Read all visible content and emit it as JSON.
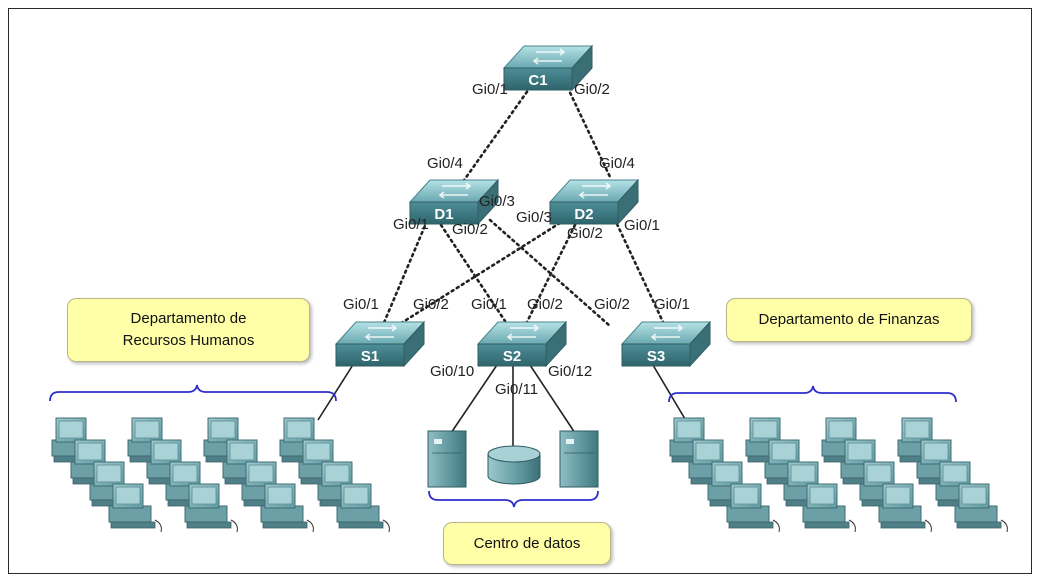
{
  "devices": {
    "core": "C1",
    "distribution": [
      "D1",
      "D2"
    ],
    "access": [
      "S1",
      "S2",
      "S3"
    ]
  },
  "ports": {
    "c1_left": "Gi0/1",
    "c1_right": "Gi0/2",
    "d1_top": "Gi0/4",
    "d2_top": "Gi0/4",
    "d1_gi03": "Gi0/3",
    "d2_gi03": "Gi0/3",
    "d1_gi01": "Gi0/1",
    "d1_gi02": "Gi0/2",
    "d2_gi02": "Gi0/2",
    "d2_gi01": "Gi0/1",
    "s1_gi01": "Gi0/1",
    "s1_gi02": "Gi0/2",
    "s2_gi01": "Gi0/1",
    "s2_gi02": "Gi0/2",
    "s3_gi02": "Gi0/2",
    "s3_gi01": "Gi0/1",
    "s2_gi010": "Gi0/10",
    "s2_gi011": "Gi0/11",
    "s2_gi012": "Gi0/12"
  },
  "callouts": {
    "hr_line1": "Departamento de",
    "hr_line2": "Recursos Humanos",
    "finance": "Departamento de Finanzas",
    "datacenter": "Centro de datos"
  }
}
